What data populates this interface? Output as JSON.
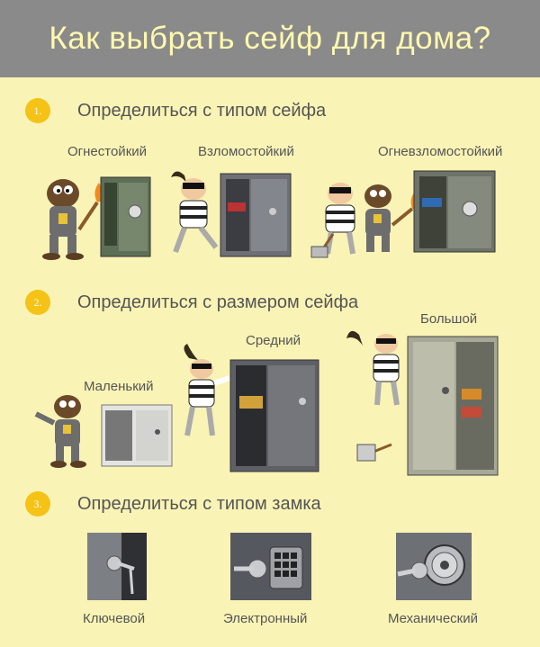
{
  "title": "Как выбрать сейф для дома?",
  "steps": [
    {
      "num": "1.",
      "title": "Определиться с типом сейфа",
      "items": [
        "Огнестойкий",
        "Взломостойкий",
        "Огневзломостойкий"
      ]
    },
    {
      "num": "2.",
      "title": "Определиться с размером сейфа",
      "items": [
        "Маленький",
        "Средний",
        "Большой"
      ]
    },
    {
      "num": "3.",
      "title": "Определиться с типом замка",
      "items": [
        "Ключевой",
        "Электронный",
        "Механический"
      ]
    }
  ],
  "colors": {
    "background": "#f9f3b6",
    "header": "#8a8a8a",
    "header_text": "#fff8b0",
    "badge": "#f5c216",
    "text": "#555555"
  }
}
